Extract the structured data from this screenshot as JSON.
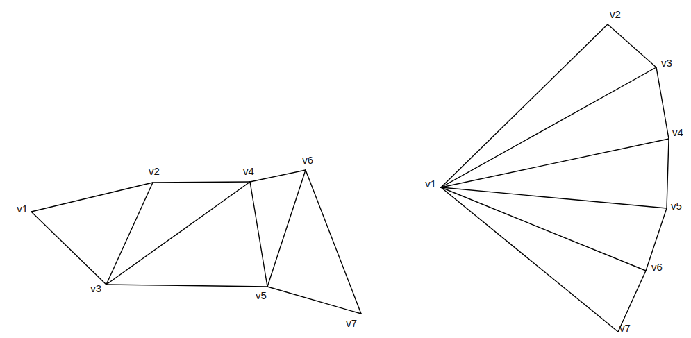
{
  "diagram": {
    "labels": [
      "v1",
      "v2",
      "v3",
      "v4",
      "v5",
      "v6",
      "v7",
      "v1",
      "v2",
      "v3",
      "v4",
      "v5",
      "v6",
      "v7"
    ]
  }
}
